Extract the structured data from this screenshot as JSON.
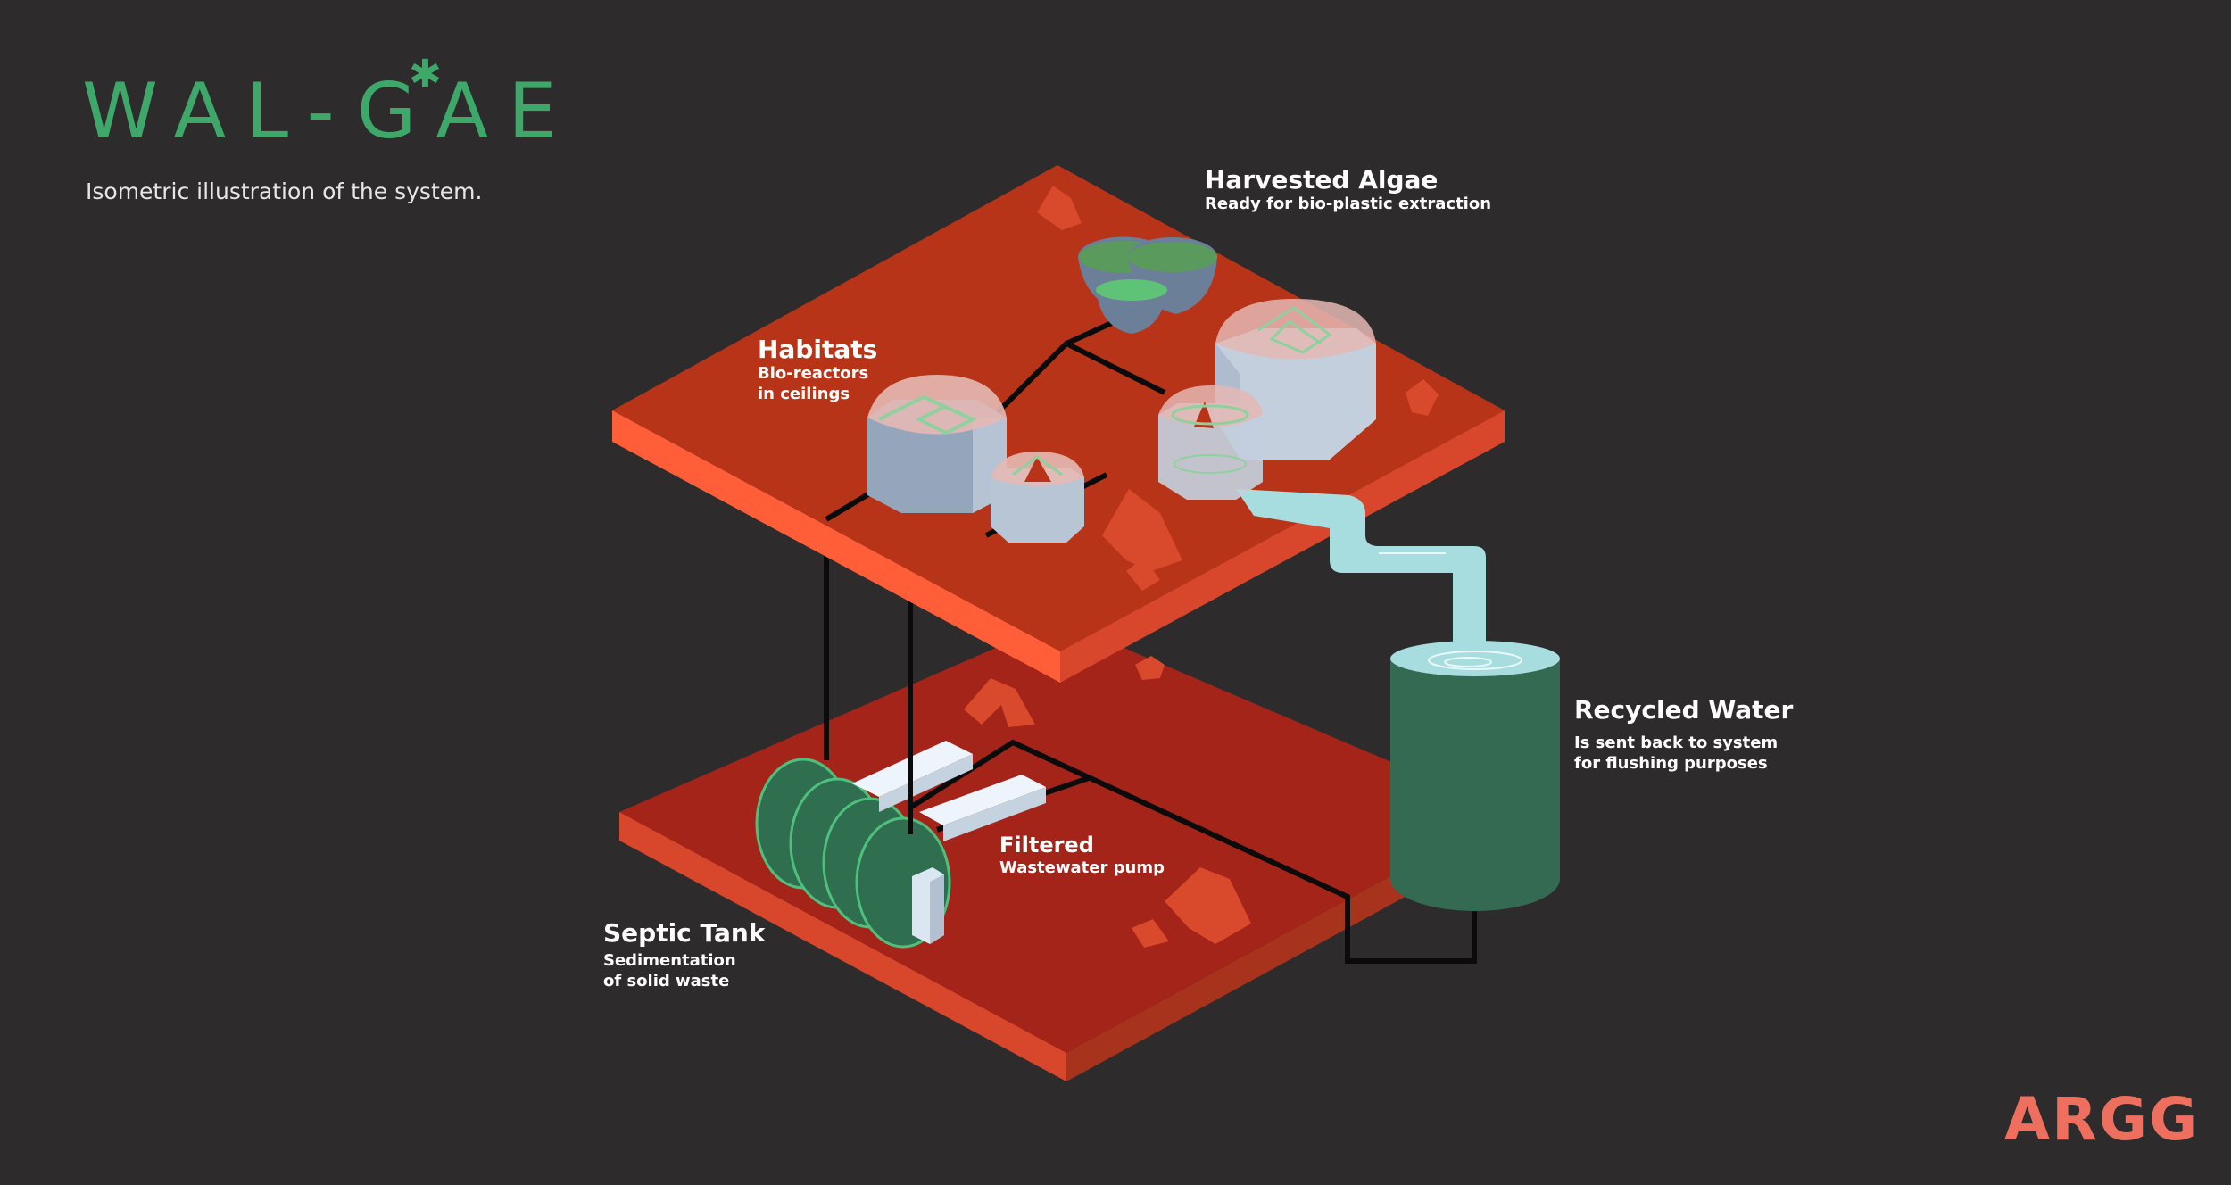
{
  "header": {
    "logo_text": "WAL-GAE",
    "logo_mark": "✱",
    "subtitle": "Isometric illustration of the system."
  },
  "labels": {
    "harvested": {
      "title": "Harvested Algae",
      "desc": "Ready for bio-plastic extraction"
    },
    "habitats": {
      "title": "Habitats",
      "desc": "Bio-reactors\nin ceilings"
    },
    "recycled": {
      "title": "Recycled Water",
      "desc": "Is sent back to system\nfor flushing purposes"
    },
    "filtered": {
      "title": "Filtered",
      "desc": "Wastewater pump"
    },
    "septic": {
      "title": "Septic Tank",
      "desc": "Sedimentation\nof solid waste"
    }
  },
  "brand": {
    "text": "ARGG"
  },
  "colors": {
    "background": "#2e2b2c",
    "logo_green": "#3ea86a",
    "platform_top": "#b83418",
    "platform_side": "#ff5e38",
    "tank_green": "#346a52",
    "water": "#a8dde0",
    "brand": "#ef6f5e"
  }
}
